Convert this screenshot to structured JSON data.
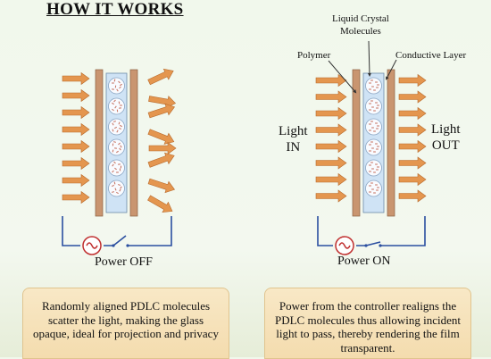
{
  "title": "HOW IT WORKS",
  "labels": {
    "power_off": "Power OFF",
    "power_on": "Power ON",
    "liquid_crystal_line1": "Liquid Crystal",
    "liquid_crystal_line2": "Molecules",
    "polymer": "Polymer",
    "conductive_layer": "Conductive Layer",
    "light_in_line1": "Light",
    "light_in_line2": "IN",
    "light_out_line1": "Light",
    "light_out_line2": "OUT"
  },
  "descriptions": {
    "off": "Randomly aligned PDLC molecules scatter the light, making the glass opaque, ideal for projection and privacy",
    "on": "Power from the controller realigns the PDLC molecules thus allowing incident light to pass, thereby rendering the film transparent."
  },
  "colors": {
    "arrow": "#e4964f",
    "arrow_stroke": "#b86a2c",
    "conductive_layer": "#c99570",
    "polymer_cell": "#cfe3f5",
    "droplet_fill": "#f9fbff",
    "droplet_dots": "#c87a6a",
    "wire": "#2b4fa0",
    "ac_source": "#c03030"
  }
}
